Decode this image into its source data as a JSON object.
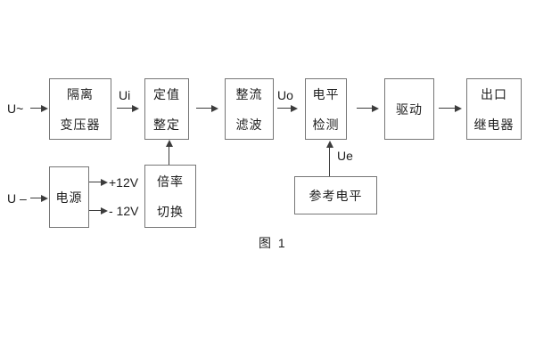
{
  "figure": {
    "caption": "图 1",
    "colors": {
      "line": "#3c3c3c",
      "box_border": "#767676",
      "text": "#1d1d1d",
      "background": "#ffffff"
    }
  },
  "blocks": {
    "isolation_transformer": {
      "line1": "隔离",
      "line2": "变压器"
    },
    "value_setting": {
      "line1": "定值",
      "line2": "整定"
    },
    "rectify_filter": {
      "line1": "整流",
      "line2": "滤波"
    },
    "level_detection": {
      "line1": "电平",
      "line2": "检测"
    },
    "driver": {
      "label": "驱动"
    },
    "output_relay": {
      "line1": "出口",
      "line2": "继电器"
    },
    "power_supply": {
      "label": "电源"
    },
    "ratio_switching": {
      "line1": "倍率",
      "line2": "切换"
    },
    "reference_level": {
      "label": "参考电平"
    }
  },
  "signals": {
    "ac_input": "U~",
    "dc_input": "U –",
    "ui": "Ui",
    "uo": "Uo",
    "ue": "Ue",
    "plus_12v": "+12V",
    "minus_12v": "- 12V"
  }
}
